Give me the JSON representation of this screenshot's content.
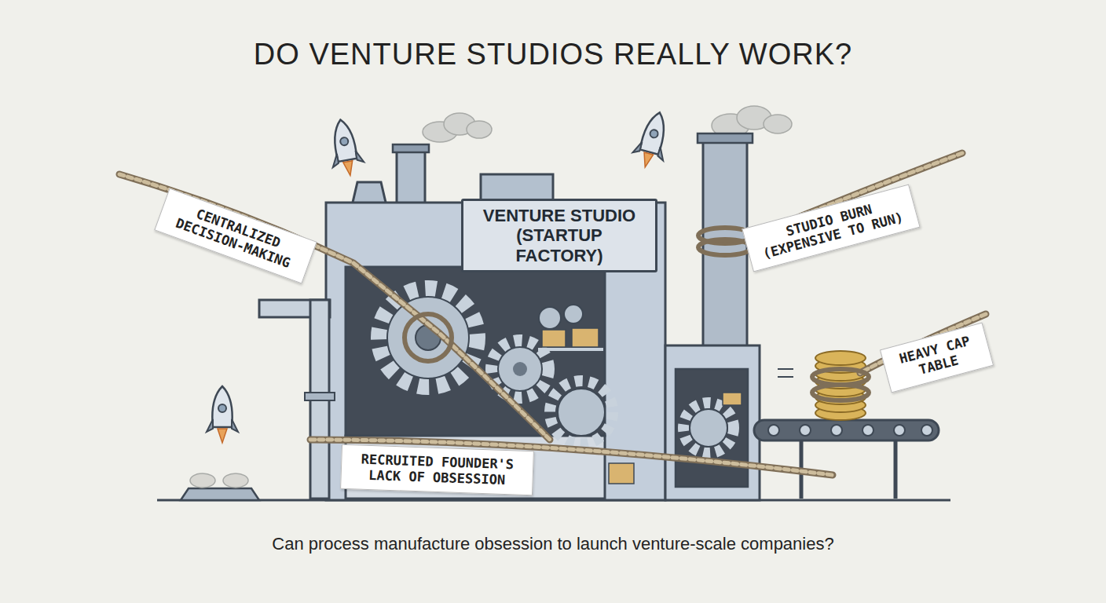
{
  "diagram": {
    "title": "DO VENTURE STUDIOS REALLY WORK?",
    "caption": "Can process manufacture obsession to launch venture-scale companies?",
    "nodes": [
      {
        "text": [
          "CENTRALIZED DECISION-MAKING"
        ]
      },
      {
        "text": [
          "VENTURE STUDIO (STARTUP FACTORY)"
        ]
      },
      {
        "text": [
          "STUDIO BURN (EXPENSIVE TO RUN)"
        ]
      },
      {
        "text": [
          "HEAVY CAP TABLE"
        ]
      },
      {
        "text": [
          "RECRUITED FOUNDER'S LACK OF OBSESSION"
        ]
      }
    ]
  }
}
